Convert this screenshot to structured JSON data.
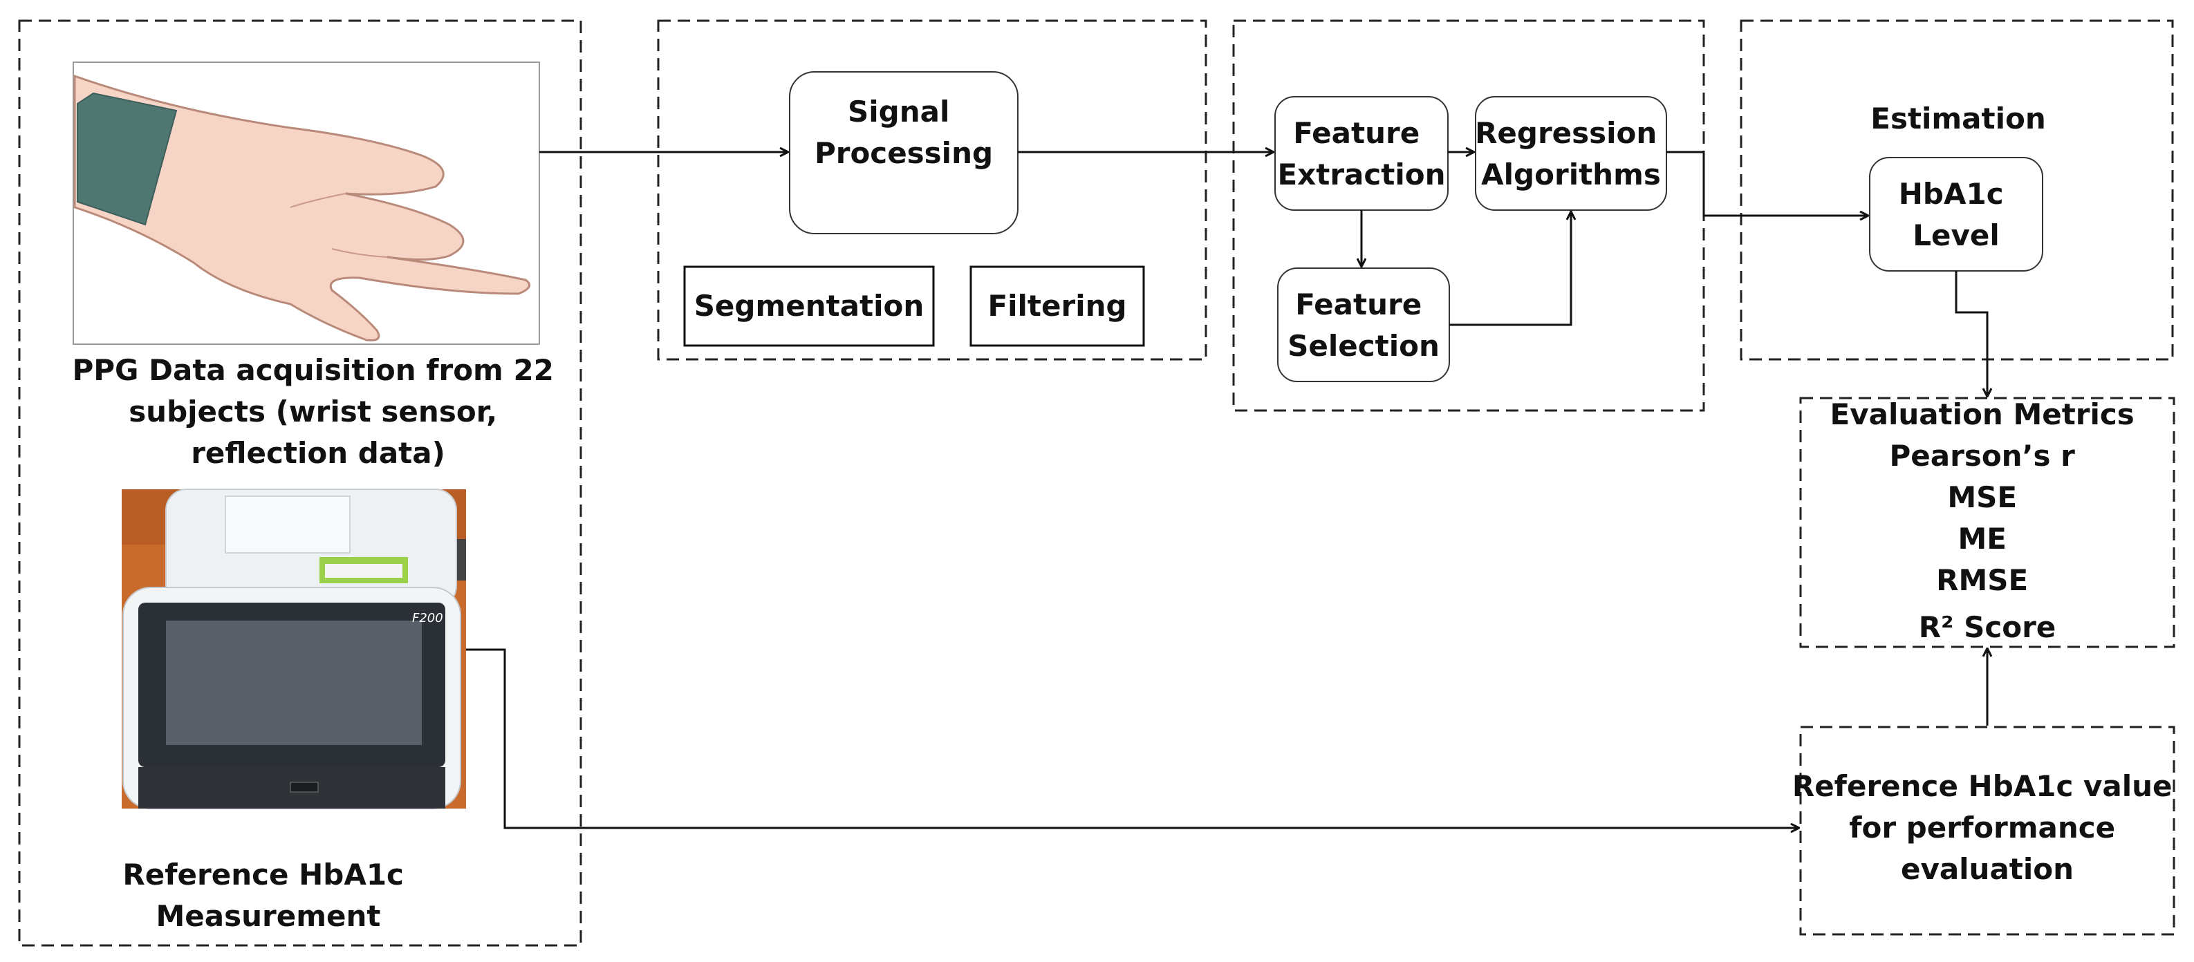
{
  "left_panel": {
    "ppg_caption": [
      "PPG Data acquisition from 22",
      "subjects (wrist sensor,",
      "reflection data)"
    ],
    "device_model": "F200",
    "reference_caption": [
      "Reference HbA1c",
      "Measurement"
    ]
  },
  "signal": {
    "processing_label": [
      "Signal",
      "Processing"
    ],
    "segmentation_label": "Segmentation",
    "filtering_label": "Filtering"
  },
  "features": {
    "extraction_label": [
      "Feature",
      "Extraction"
    ],
    "regression_label": [
      "Regression",
      "Algorithms"
    ],
    "selection_label": [
      "Feature",
      "Selection"
    ]
  },
  "estimation": {
    "title": "Estimation",
    "level_label": [
      "HbA1c",
      "Level"
    ]
  },
  "evaluation": {
    "lines": [
      "Evaluation Metrics",
      "Pearson’s r",
      "MSE",
      "ME",
      "RMSE",
      "R² Score"
    ]
  },
  "reference_value": {
    "lines": [
      "Reference HbA1c value",
      "for performance",
      "evaluation"
    ]
  }
}
